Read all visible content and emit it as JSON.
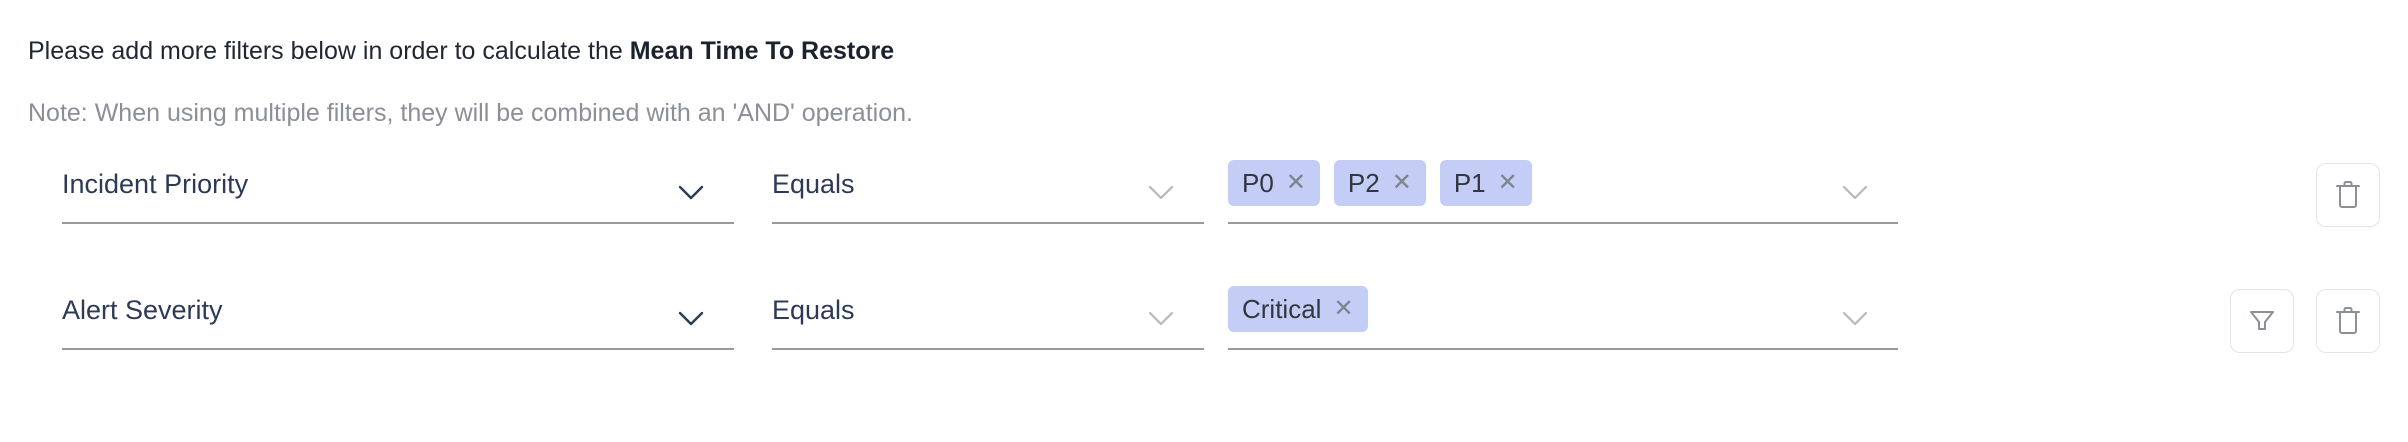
{
  "header": {
    "intro_text": "Please add more filters below in order to calculate the ",
    "metric_name": "Mean Time To Restore",
    "note": "Note: When using multiple filters, they will be combined with an 'AND' operation."
  },
  "colors": {
    "chip_background": "#c3cdf5",
    "chip_text": "#32373f",
    "field_text": "#2c3a55",
    "note_text": "#8a8f98",
    "underline": "#9a9a9a",
    "button_border": "#e2e4e8",
    "icon_stroke": "#8b9096"
  },
  "filters": [
    {
      "attribute": "Incident Priority",
      "attribute_icon": "chevron-down-icon",
      "operator": "Equals",
      "operator_icon": "chevron-down-icon",
      "values": [
        "P0",
        "P2",
        "P1"
      ],
      "value_remove_icon": "close-icon",
      "values_icon": "chevron-down-icon",
      "actions": [
        "delete"
      ]
    },
    {
      "attribute": "Alert Severity",
      "attribute_icon": "chevron-down-icon",
      "operator": "Equals",
      "operator_icon": "chevron-down-icon",
      "values": [
        "Critical"
      ],
      "value_remove_icon": "close-icon",
      "values_icon": "chevron-down-icon",
      "actions": [
        "filter",
        "delete"
      ]
    }
  ],
  "buttons": {
    "delete_label": "delete-filter",
    "filter_label": "add-filter"
  }
}
